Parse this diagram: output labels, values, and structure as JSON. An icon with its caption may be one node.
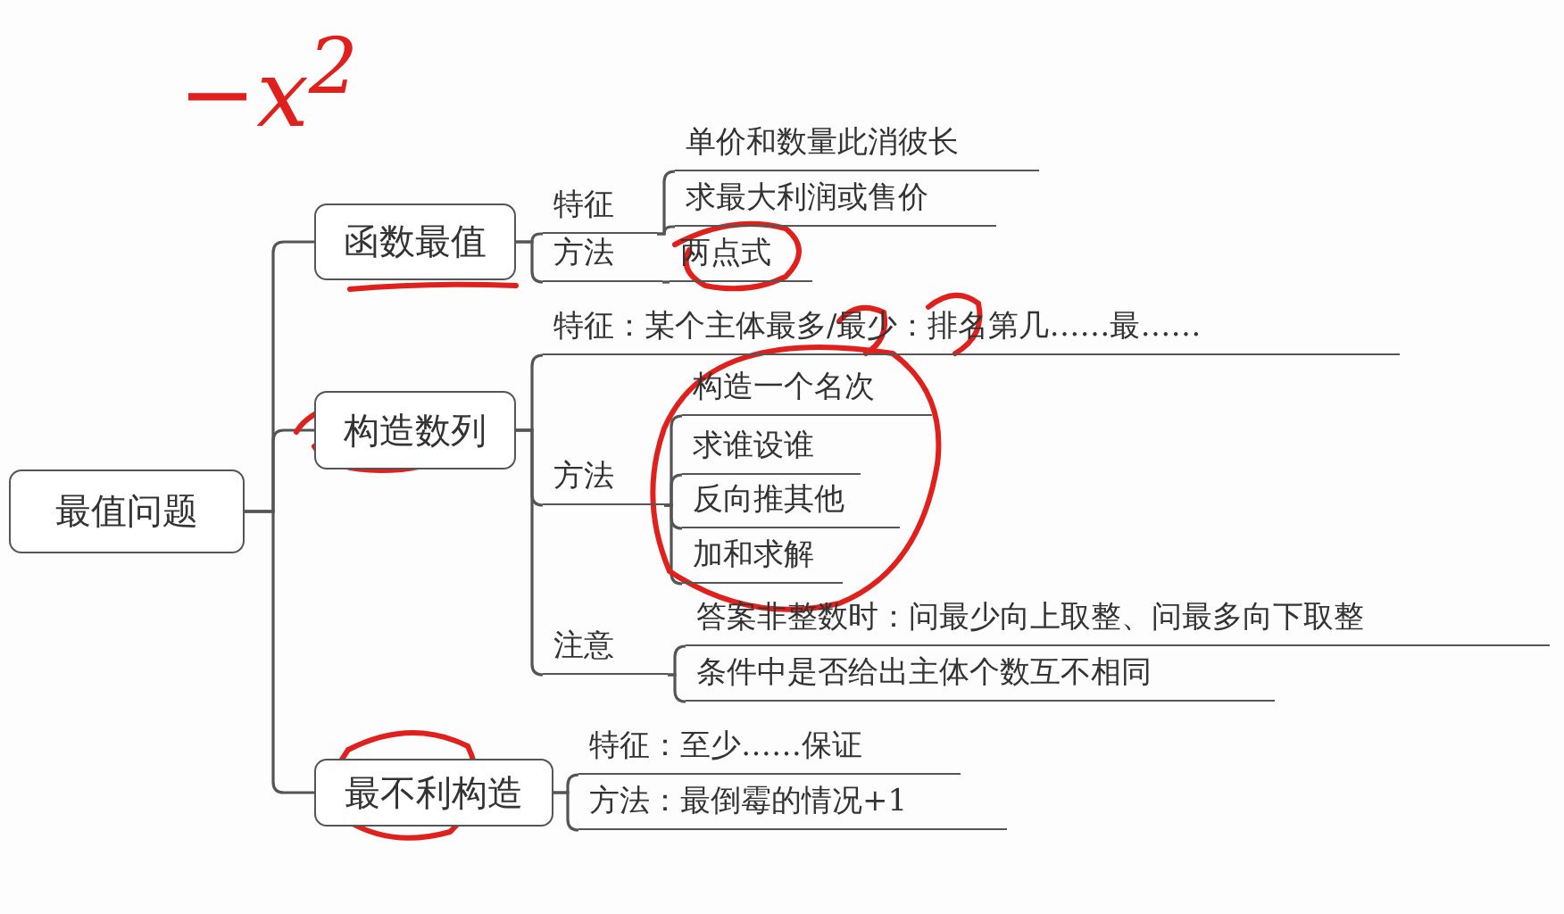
{
  "diagram": {
    "nodes": [
      {
        "text": [
          "最值问题"
        ]
      },
      {
        "text": [
          "函数最值"
        ]
      },
      {
        "text": [
          "特征"
        ]
      },
      {
        "text": [
          "单价和数量此消彼长"
        ]
      },
      {
        "text": [
          "求最大利润或售价"
        ]
      },
      {
        "text": [
          "方法"
        ]
      },
      {
        "text": [
          "两点式"
        ]
      },
      {
        "text": [
          "构造数列"
        ]
      },
      {
        "text": [
          "特征：某个主体最多/最少：排名第几……最……"
        ]
      },
      {
        "text": [
          "方法"
        ]
      },
      {
        "text": [
          "构造一个名次"
        ]
      },
      {
        "text": [
          "求谁设谁"
        ]
      },
      {
        "text": [
          "反向推其他"
        ]
      },
      {
        "text": [
          "加和求解"
        ]
      },
      {
        "text": [
          "注意"
        ]
      },
      {
        "text": [
          "答案非整数时：问最少向上取整、问最多向下取整"
        ]
      },
      {
        "text": [
          "条件中是否给出主体个数互不相同"
        ]
      },
      {
        "text": [
          "最不利构造"
        ]
      },
      {
        "text": [
          "特征：至少……保证"
        ]
      },
      {
        "text": [
          "方法：最倒霉的情况+1"
        ]
      }
    ],
    "edges": [
      {
        "from": 0,
        "to": 1,
        "arrow": "none"
      },
      {
        "from": 0,
        "to": 7,
        "arrow": "none"
      },
      {
        "from": 0,
        "to": 17,
        "arrow": "none"
      },
      {
        "from": 1,
        "to": 2,
        "arrow": "none"
      },
      {
        "from": 1,
        "to": 5,
        "arrow": "none"
      },
      {
        "from": 2,
        "to": 3,
        "arrow": "none"
      },
      {
        "from": 2,
        "to": 4,
        "arrow": "none"
      },
      {
        "from": 5,
        "to": 6,
        "arrow": "none"
      },
      {
        "from": 7,
        "to": 8,
        "arrow": "none"
      },
      {
        "from": 7,
        "to": 9,
        "arrow": "none"
      },
      {
        "from": 7,
        "to": 14,
        "arrow": "none"
      },
      {
        "from": 9,
        "to": 10,
        "arrow": "none"
      },
      {
        "from": 9,
        "to": 11,
        "arrow": "none"
      },
      {
        "from": 9,
        "to": 12,
        "arrow": "none"
      },
      {
        "from": 9,
        "to": 13,
        "arrow": "none"
      },
      {
        "from": 14,
        "to": 15,
        "arrow": "none"
      },
      {
        "from": 14,
        "to": 16,
        "arrow": "none"
      },
      {
        "from": 17,
        "to": 18,
        "arrow": "none"
      },
      {
        "from": 17,
        "to": 19,
        "arrow": "none"
      }
    ],
    "labels": [
      "−x$^{2}$"
    ]
  }
}
